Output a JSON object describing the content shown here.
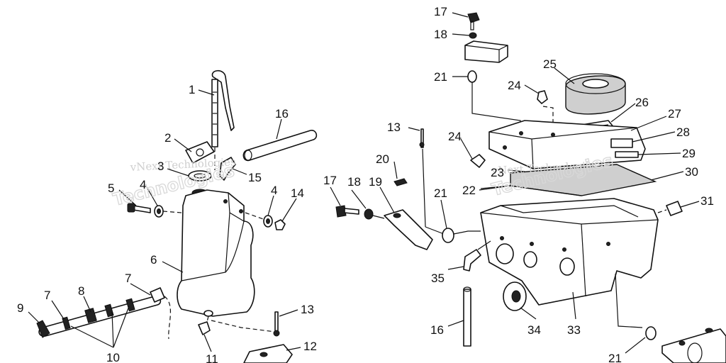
{
  "callouts": [
    {
      "id": "c1",
      "text": "1"
    },
    {
      "id": "c2",
      "text": "2"
    },
    {
      "id": "c3",
      "text": "3"
    },
    {
      "id": "c4a",
      "text": "4"
    },
    {
      "id": "c4b",
      "text": "4"
    },
    {
      "id": "c5",
      "text": "5"
    },
    {
      "id": "c6",
      "text": "6"
    },
    {
      "id": "c7a",
      "text": "7"
    },
    {
      "id": "c7b",
      "text": "7"
    },
    {
      "id": "c8",
      "text": "8"
    },
    {
      "id": "c9",
      "text": "9"
    },
    {
      "id": "c10",
      "text": "10"
    },
    {
      "id": "c11",
      "text": "11"
    },
    {
      "id": "c12",
      "text": "12"
    },
    {
      "id": "c13a",
      "text": "13"
    },
    {
      "id": "c13b",
      "text": "13"
    },
    {
      "id": "c14",
      "text": "14"
    },
    {
      "id": "c15",
      "text": "15"
    },
    {
      "id": "c16a",
      "text": "16"
    },
    {
      "id": "c16b",
      "text": "16"
    },
    {
      "id": "c17a",
      "text": "17"
    },
    {
      "id": "c17b",
      "text": "17"
    },
    {
      "id": "c18a",
      "text": "18"
    },
    {
      "id": "c18b",
      "text": "18"
    },
    {
      "id": "c19",
      "text": "19"
    },
    {
      "id": "c20",
      "text": "20"
    },
    {
      "id": "c21a",
      "text": "21"
    },
    {
      "id": "c21b",
      "text": "21"
    },
    {
      "id": "c21c",
      "text": "21"
    },
    {
      "id": "c22",
      "text": "22"
    },
    {
      "id": "c23",
      "text": "23"
    },
    {
      "id": "c24a",
      "text": "24"
    },
    {
      "id": "c24b",
      "text": "24"
    },
    {
      "id": "c25",
      "text": "25"
    },
    {
      "id": "c26",
      "text": "26"
    },
    {
      "id": "c27",
      "text": "27"
    },
    {
      "id": "c28",
      "text": "28"
    },
    {
      "id": "c29",
      "text": "29"
    },
    {
      "id": "c30",
      "text": "30"
    },
    {
      "id": "c31",
      "text": "31"
    },
    {
      "id": "c33",
      "text": "33"
    },
    {
      "id": "c34",
      "text": "34"
    },
    {
      "id": "c35",
      "text": "35"
    }
  ],
  "watermark": {
    "script": "vNext Technologies",
    "outline": "Technologies"
  }
}
